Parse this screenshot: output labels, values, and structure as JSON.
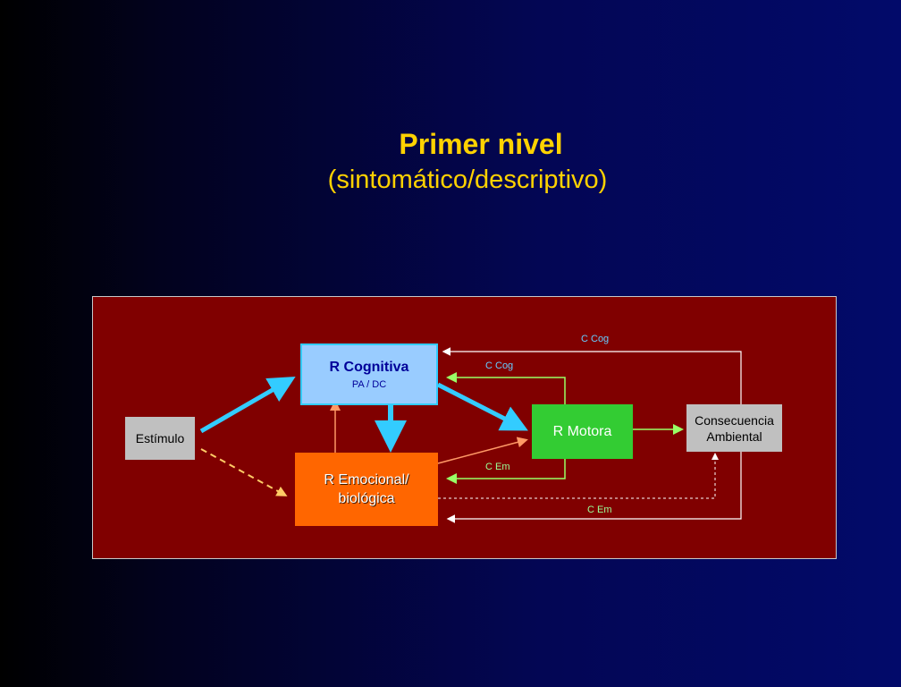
{
  "slide": {
    "title": "Primer nivel",
    "subtitle": "(sintomático/descriptivo)"
  },
  "diagram": {
    "nodes": {
      "estimulo": "Estímulo",
      "cognitiva_main": "R Cognitiva",
      "cognitiva_sub": "PA / DC",
      "emocional_line1": "R Emocional/",
      "emocional_line2": "biológica",
      "motora": "R Motora",
      "consecuencia_line1": "Consecuencia",
      "consecuencia_line2": "Ambiental"
    },
    "labels": {
      "c_cog_outer": "C Cog",
      "c_cog_inner": "C Cog",
      "c_em_inner": "C Em",
      "c_em_outer": "C Em"
    },
    "colors": {
      "panel": "#800000",
      "title": "#ffd200",
      "cognitiva": "#99ccff",
      "emocional": "#ff6600",
      "motora": "#33cc33",
      "consecuencia": "#c0c0c0",
      "arrow_blue": "#33ccff",
      "arrow_orange": "#ff9966",
      "arrow_green": "#99ff66"
    }
  }
}
